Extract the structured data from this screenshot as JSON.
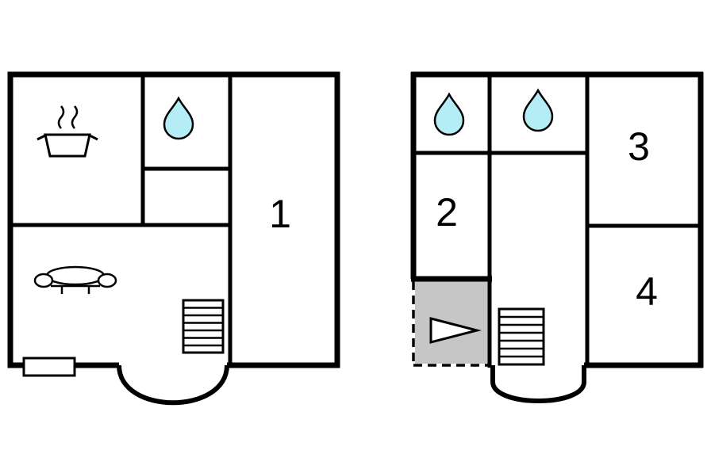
{
  "title": "Two floor plans",
  "colors": {
    "background": "#ffffff",
    "wall": "#000000",
    "water_drop": "#b5edf7",
    "terrace": "#c6c6c6",
    "icon_fill": "#ffffff"
  },
  "plans": {
    "left": {
      "name": "floor-plan-left",
      "room_labels": {
        "room1": "1"
      },
      "icons": [
        "cooking-pot-icon",
        "steam-icon",
        "water-drop-icon",
        "sofa-icon",
        "stairs-icon",
        "entrance-arc",
        "window-marker"
      ]
    },
    "right": {
      "name": "floor-plan-right",
      "room_labels": {
        "room2": "2",
        "room3": "3",
        "room4": "4"
      },
      "icons": [
        "water-drop-icon",
        "water-drop-icon",
        "stairs-icon",
        "terrace",
        "direction-arrow-icon",
        "stairwell-arc"
      ]
    }
  }
}
